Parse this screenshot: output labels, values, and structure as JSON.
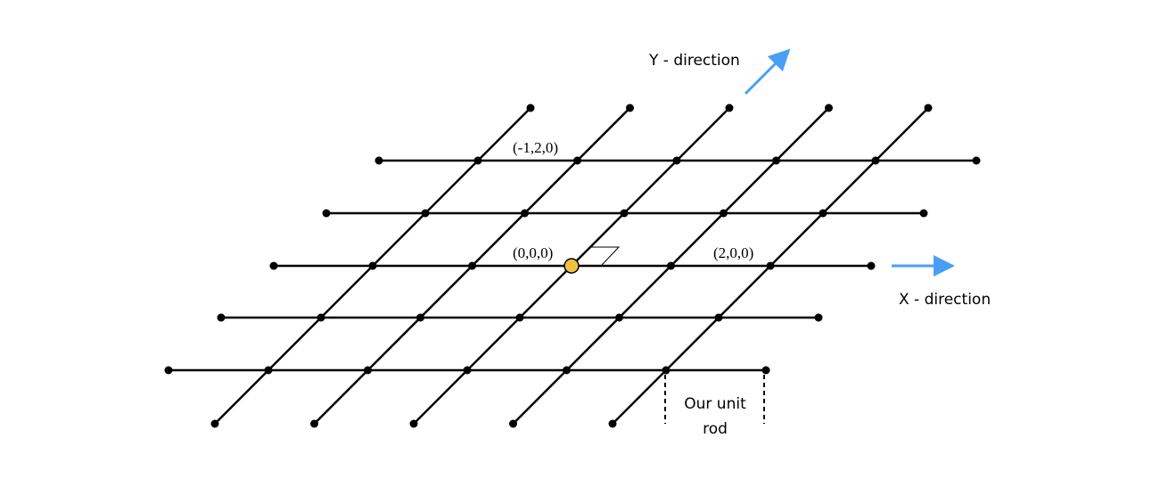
{
  "diagram": {
    "labels": {
      "point_neg1_2_0": "(-1,2,0)",
      "origin": "(0,0,0)",
      "point_2_0_0": "(2,0,0)",
      "y_direction": "Y - direction",
      "x_direction": "X - direction",
      "unit_rod_line1": "Our unit",
      "unit_rod_line2": "rod"
    },
    "colors": {
      "arrow": "#4a9ff5",
      "origin_fill": "#f0c040",
      "grid": "#000000"
    }
  }
}
